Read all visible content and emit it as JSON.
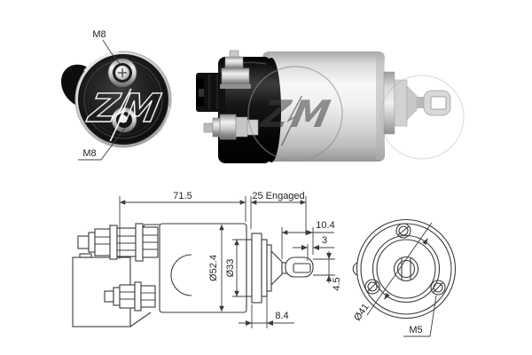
{
  "colors": {
    "background": "#ffffff",
    "drawing_line": "#3a3a3a",
    "label_text": "#1e1e1e",
    "photo_black": "#141414",
    "photo_silver_light": "#f4f4f4",
    "photo_silver_dark": "#9d9d9d",
    "watermark_gray": "#6f6f6f"
  },
  "rear_view_photo": {
    "label_terminal_top": "M8",
    "label_terminal_bottom": "M8",
    "watermark": "ZM"
  },
  "side_view_photo": {
    "watermark": "ZM"
  },
  "side_view_drawing": {
    "dim_overall_length": "71.5",
    "dim_engaged_travel": "25 Engaged",
    "dim_plunger_tip": "10.4",
    "dim_hole_to_tip": "3",
    "dim_eye_height": "4.5",
    "dim_flange_width": "8.4",
    "dim_body_diameter": "Ø52.4",
    "dim_neck_diameter": "Ø33"
  },
  "front_view_drawing": {
    "dim_bolt_circle": "Ø41",
    "label_screw": "M5"
  }
}
